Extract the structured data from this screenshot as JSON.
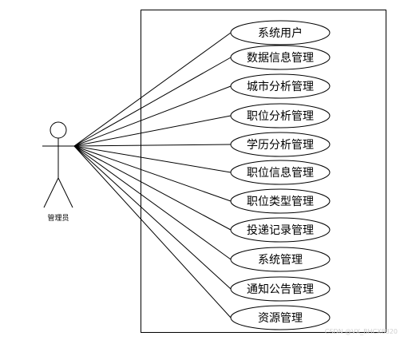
{
  "actor": {
    "name": "管理员"
  },
  "use_cases": [
    "系统用户",
    "数据信息管理",
    "城市分析管理",
    "职位分析管理",
    "学历分析管理",
    "职位信息管理",
    "职位类型管理",
    "投递记录管理",
    "系统管理",
    "通知公告管理",
    "资源管理"
  ],
  "watermark": "CSDN @VX_BHCX8820",
  "colors": {
    "stroke": "#000000",
    "background": "#ffffff"
  }
}
